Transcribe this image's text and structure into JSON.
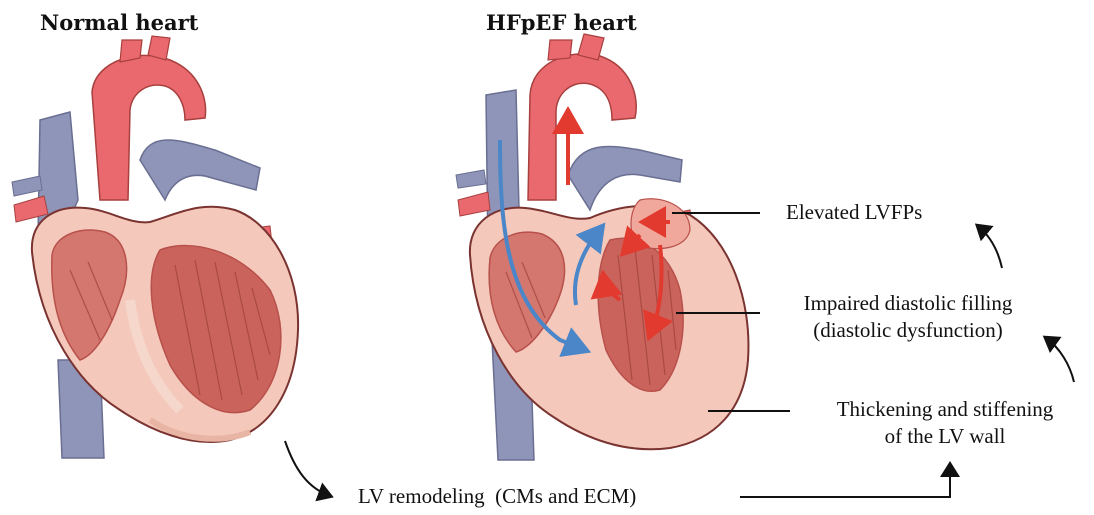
{
  "titles": {
    "normal": "Normal heart",
    "hfpef": "HFpEF heart"
  },
  "labels": {
    "elevated_lvfps": "Elevated LVFPs",
    "impaired_line1": "Impaired diastolic filling",
    "impaired_line2": "(diastolic dysfunction)",
    "thickening_line1": "Thickening and stiffening",
    "thickening_line2": "of the LV wall",
    "remodeling": "LV remodeling  (CMs and ECM)"
  },
  "colors": {
    "aorta": "#e9696e",
    "vein": "#8e95b8",
    "myocardium": "#d3776f",
    "myocardium_light": "#f4c9bb",
    "chamber_wall": "#b8504b",
    "outline": "#7a3330",
    "blood_flow_oxygenated": "#e23a2e",
    "blood_flow_deoxygenated": "#4a86c8",
    "arrow": "#111111"
  }
}
